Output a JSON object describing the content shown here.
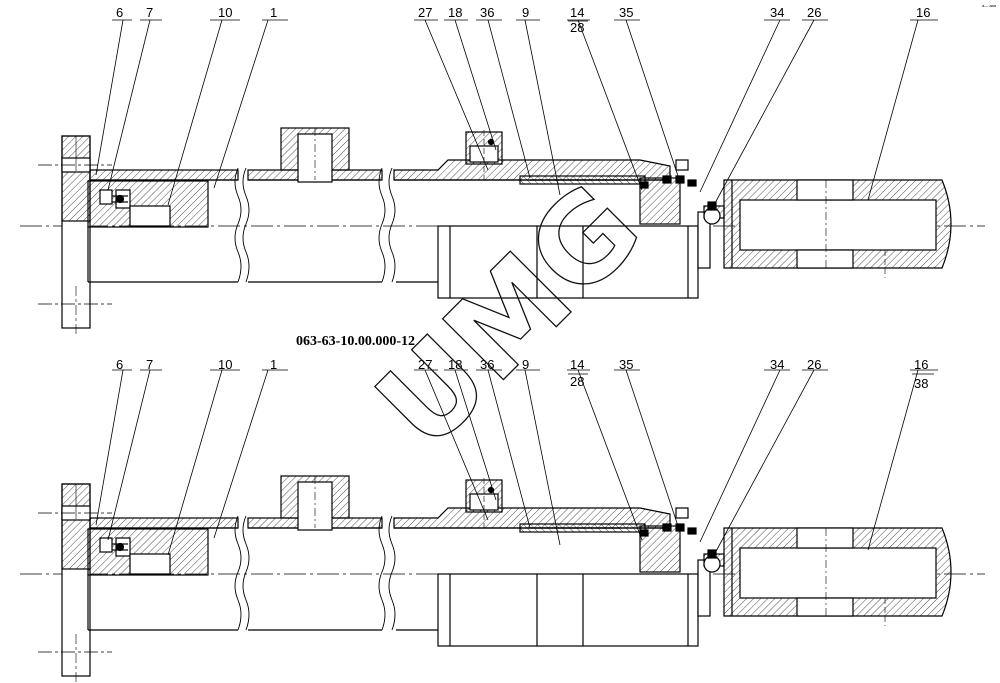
{
  "drawing": {
    "code": "063-63-10.00.000-12",
    "watermark": "UMG",
    "corner_mark": "a— aaa",
    "top_callouts": [
      "6",
      "7",
      "10",
      "1",
      "27",
      "18",
      "36",
      "9",
      "14",
      "28",
      "35",
      "34",
      "26",
      "16"
    ],
    "bottom_callouts": [
      "6",
      "7",
      "10",
      "1",
      "27",
      "18",
      "36",
      "9",
      "14",
      "28",
      "35",
      "34",
      "26",
      "16",
      "38"
    ]
  }
}
